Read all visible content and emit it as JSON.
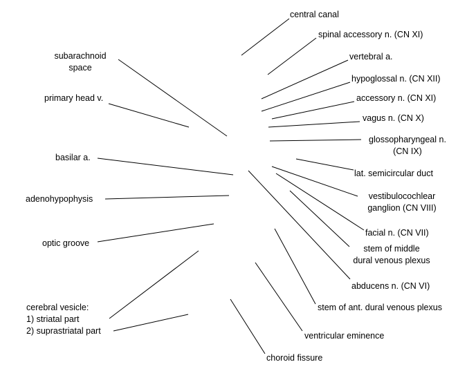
{
  "colors": {
    "text": "#000000",
    "line": "#000000",
    "background": "#ffffff"
  },
  "labels": {
    "central_canal": "central canal",
    "spinal_accessory": "spinal accessory n. (CN XI)",
    "vertebral_a": "vertebral a.",
    "hypoglossal": "hypoglossal n. (CN XII)",
    "accessory": "accessory n. (CN XI)",
    "vagus": "vagus n. (CN X)",
    "glossopharyngeal": "glossopharyngeal n.\n(CN IX)",
    "lat_semicircular": "lat. semicircular duct",
    "vestibulocochlear": "vestibulocochlear\nganglion (CN VIII)",
    "facial": "facial n. (CN VII)",
    "stem_middle": "stem of middle\ndural venous plexus",
    "abducens": "abducens n. (CN VI)",
    "stem_ant": "stem of ant. dural venous plexus",
    "ventricular_eminence": "ventricular eminence",
    "choroid_fissure": "choroid fissure",
    "subarachnoid": "subarachnoid\nspace",
    "primary_head_v": "primary head v.",
    "basilar_a": "basilar a.",
    "adenohypophysis": "adenohypophysis",
    "optic_groove": "optic groove",
    "cerebral_vesicle": "cerebral vesicle:\n1) striatal part\n2) suprastriatal part"
  }
}
